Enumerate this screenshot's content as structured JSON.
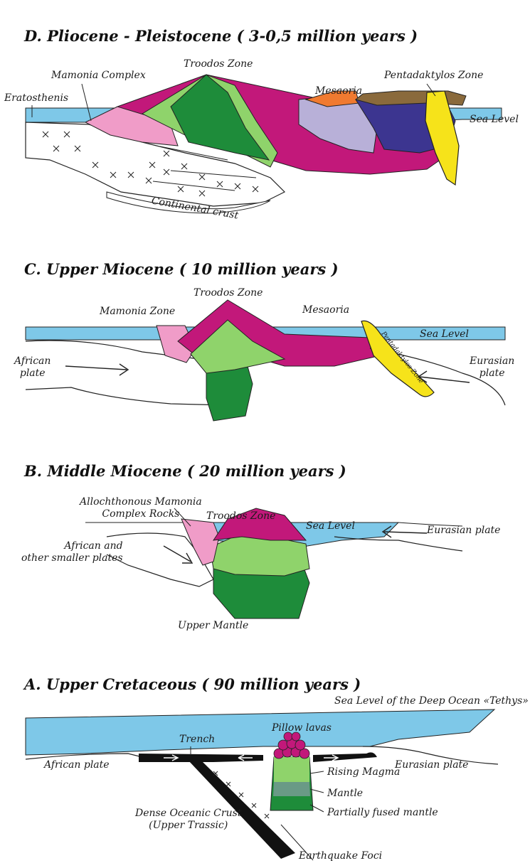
{
  "colors": {
    "sea": "#7ec8e8",
    "troodos_green": "#1e8c3a",
    "light_green": "#8fd36b",
    "magenta": "#c2187a",
    "pink": "#f09cc8",
    "purple": "#3c3590",
    "lavender": "#b8b0d8",
    "orange": "#f07a30",
    "brown": "#8a6a3c",
    "yellow": "#f6e31a",
    "black": "#111111",
    "grey_teal": "#6a9a86"
  },
  "panels": {
    "d": {
      "title": "D.  Pliocene - Pleistocene ( 3-0,5 million years )",
      "labels": {
        "troodos": "Troodos Zone",
        "mamonia": "Mamonia Complex",
        "eratosthenis": "Eratosthenis",
        "mesaoria": "Mesaoria",
        "pentadaktylos": "Pentadaktylos Zone",
        "sea_level": "Sea Level",
        "continental_crust": "Continental crust"
      }
    },
    "c": {
      "title": "C.  Upper Miocene ( 10 million years )",
      "labels": {
        "troodos": "Troodos Zone",
        "mamonia": "Mamonia Zone",
        "mesaoria": "Mesaoria",
        "sea_level": "Sea Level",
        "african": "African\nplate",
        "eurasian": "Eurasian\nplate",
        "pentadaktylos": "Pentadaktylos Zone"
      }
    },
    "b": {
      "title": "B.  Middle Miocene ( 20 million years )",
      "labels": {
        "allochthonous": "Allochthonous Mamonia\nComplex Rocks",
        "troodos": "Troodos Zone",
        "sea_level": "Sea Level",
        "african": "African and\nother smaller plates",
        "eurasian": "Eurasian plate",
        "upper_mantle": "Upper Mantle"
      }
    },
    "a": {
      "title": "A.  Upper Cretaceous ( 90 million years )",
      "labels": {
        "sea_level_tethys": "Sea Level of the Deep Ocean «Tethys»",
        "pillow_lavas": "Pillow lavas",
        "trench": "Trench",
        "african": "African plate",
        "eurasian": "Eurasian plate",
        "rising_magma": "Rising Magma",
        "mantle": "Mantle",
        "partially_fused": "Partially fused mantle",
        "dense_crust": "Dense Oceanic Crust\n(Upper Trassic)",
        "earthquake_foci": "Earthquake Foci"
      }
    }
  }
}
